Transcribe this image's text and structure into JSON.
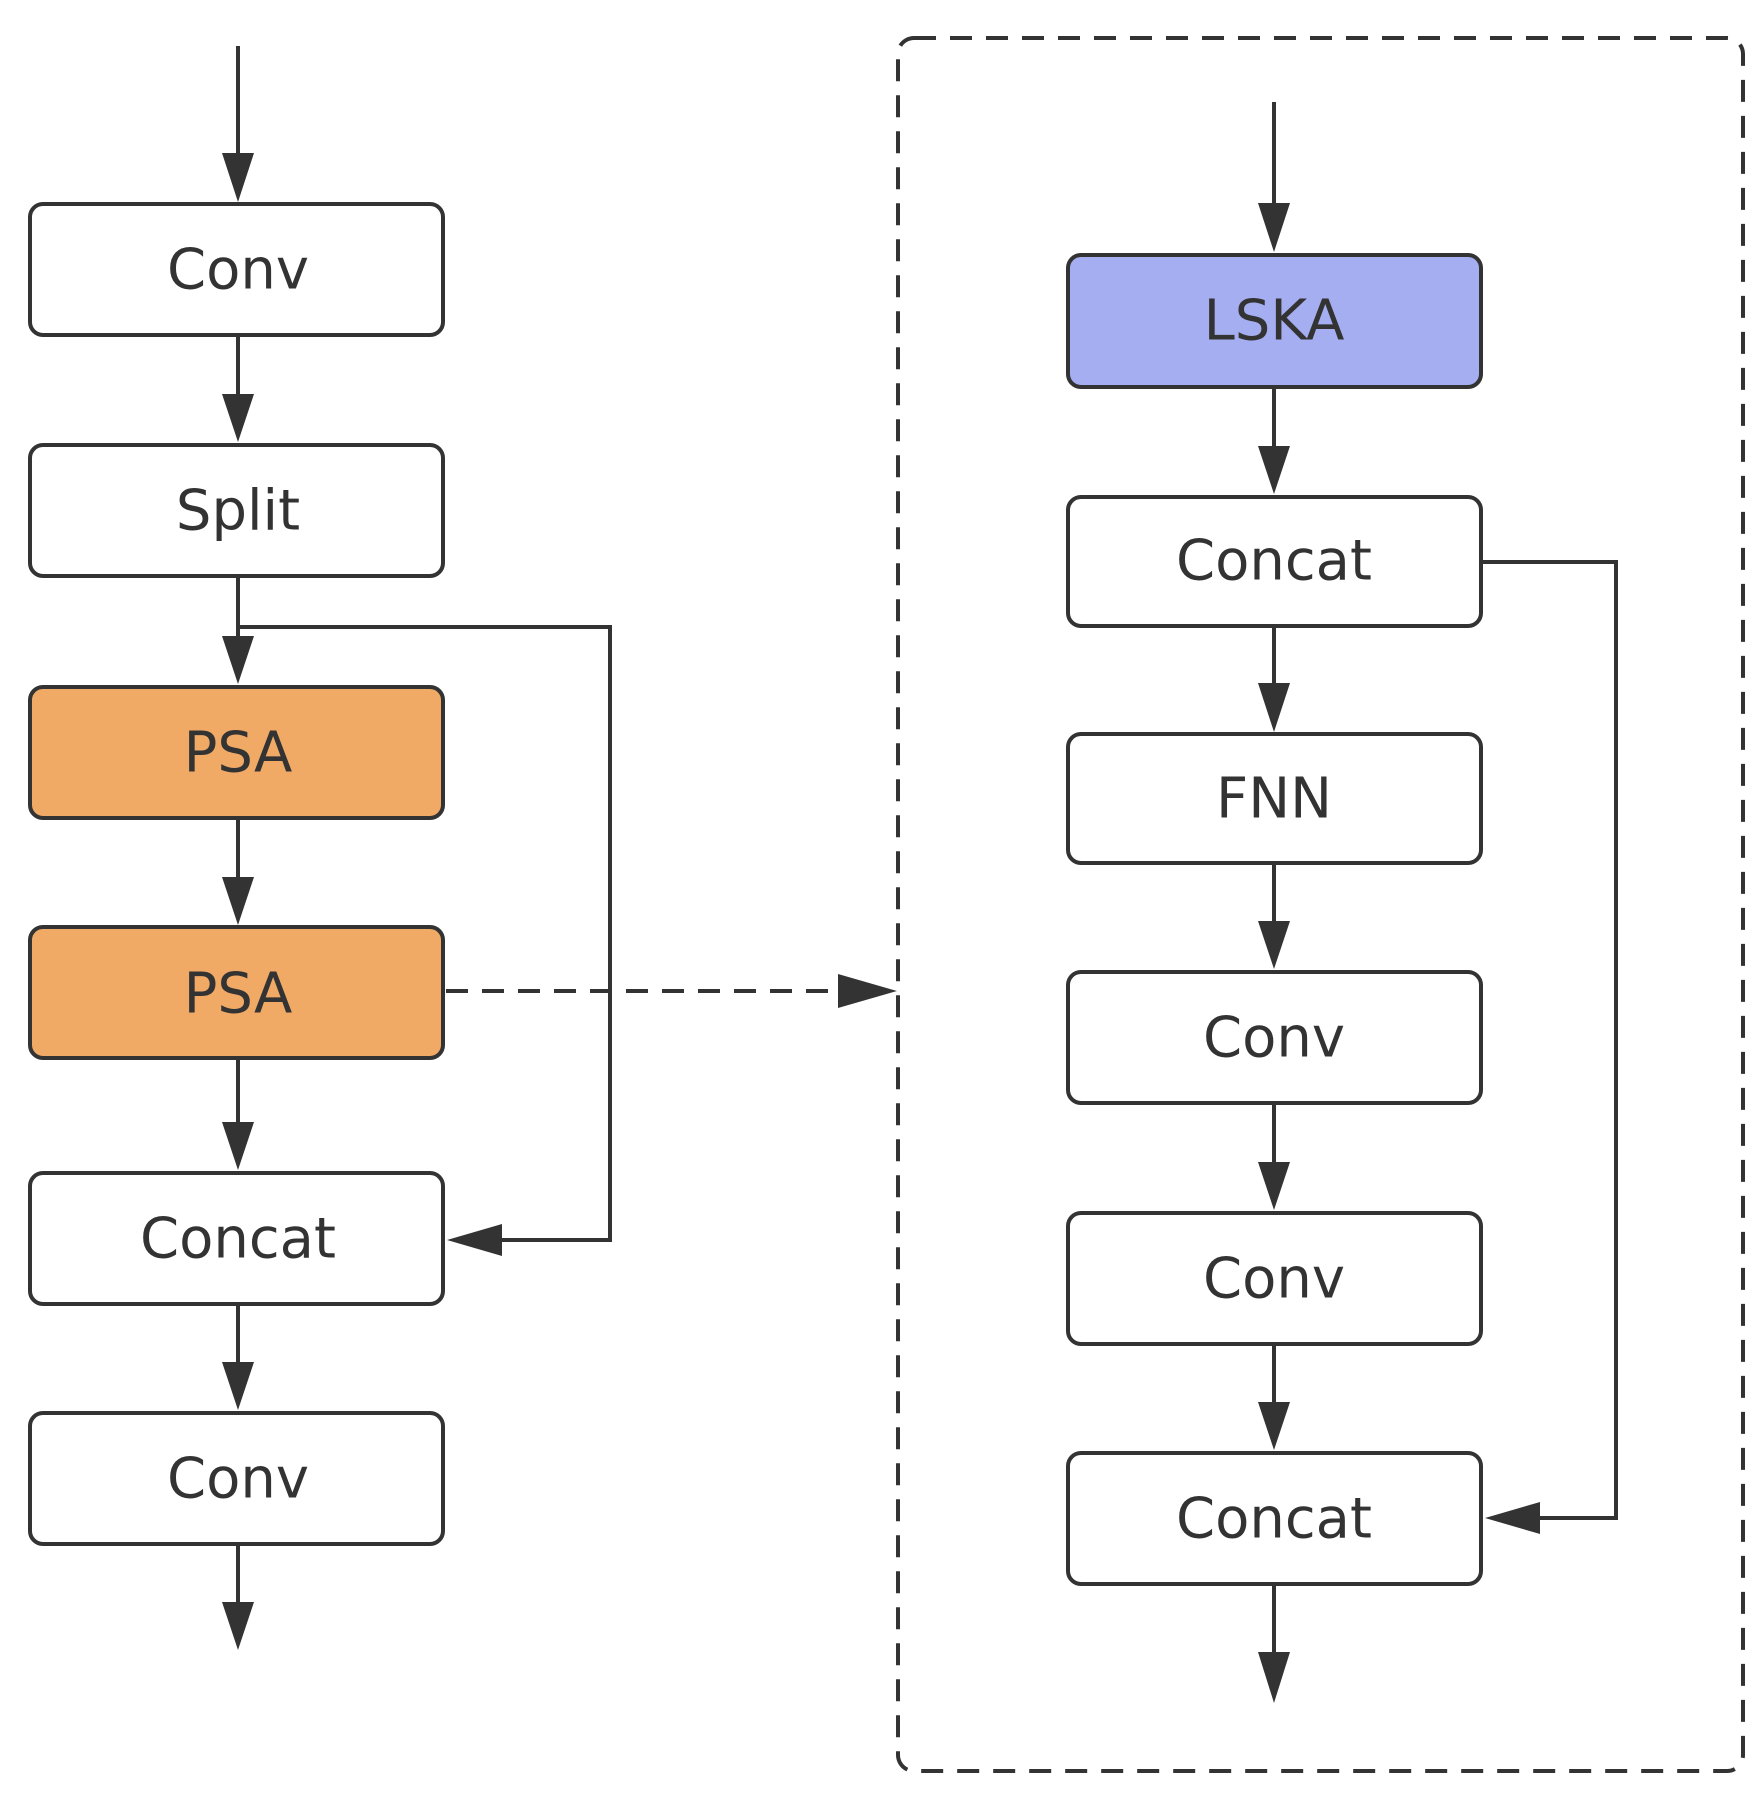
{
  "colors": {
    "stroke": "#333333",
    "default_fill": "#ffffff",
    "psa_fill": "#f0aa66",
    "lska_fill": "#a4aef0",
    "text": "#333333"
  },
  "left_column": {
    "nodes": [
      {
        "id": "conv-1",
        "label": "Conv",
        "fill": "#ffffff"
      },
      {
        "id": "split",
        "label": "Split",
        "fill": "#ffffff"
      },
      {
        "id": "psa-1",
        "label": "PSA",
        "fill": "#f0aa66"
      },
      {
        "id": "psa-2",
        "label": "PSA",
        "fill": "#f0aa66"
      },
      {
        "id": "concat-1",
        "label": "Concat",
        "fill": "#ffffff"
      },
      {
        "id": "conv-2",
        "label": "Conv",
        "fill": "#ffffff"
      }
    ]
  },
  "right_column": {
    "nodes": [
      {
        "id": "lska",
        "label": "LSKA",
        "fill": "#a4aef0"
      },
      {
        "id": "concat-2",
        "label": "Concat",
        "fill": "#ffffff"
      },
      {
        "id": "fnn",
        "label": "FNN",
        "fill": "#ffffff"
      },
      {
        "id": "conv-3",
        "label": "Conv",
        "fill": "#ffffff"
      },
      {
        "id": "conv-4",
        "label": "Conv",
        "fill": "#ffffff"
      },
      {
        "id": "concat-3",
        "label": "Concat",
        "fill": "#ffffff"
      }
    ]
  },
  "edges": [
    {
      "from": "input",
      "to": "conv-1",
      "style": "solid"
    },
    {
      "from": "conv-1",
      "to": "split",
      "style": "solid"
    },
    {
      "from": "split",
      "to": "psa-1",
      "style": "solid"
    },
    {
      "from": "psa-1",
      "to": "psa-2",
      "style": "solid"
    },
    {
      "from": "psa-2",
      "to": "concat-1",
      "style": "solid"
    },
    {
      "from": "split",
      "to": "concat-1",
      "style": "solid",
      "kind": "skip"
    },
    {
      "from": "concat-1",
      "to": "conv-2",
      "style": "solid"
    },
    {
      "from": "conv-2",
      "to": "output",
      "style": "solid"
    },
    {
      "from": "psa-2",
      "to": "psa-detail",
      "style": "dashed"
    },
    {
      "from": "input",
      "to": "lska",
      "style": "solid"
    },
    {
      "from": "lska",
      "to": "concat-2",
      "style": "solid"
    },
    {
      "from": "concat-2",
      "to": "fnn",
      "style": "solid"
    },
    {
      "from": "fnn",
      "to": "conv-3",
      "style": "solid"
    },
    {
      "from": "conv-3",
      "to": "conv-4",
      "style": "solid"
    },
    {
      "from": "conv-4",
      "to": "concat-3",
      "style": "solid"
    },
    {
      "from": "concat-2",
      "to": "concat-3",
      "style": "solid",
      "kind": "skip"
    },
    {
      "from": "concat-3",
      "to": "output",
      "style": "solid"
    }
  ]
}
